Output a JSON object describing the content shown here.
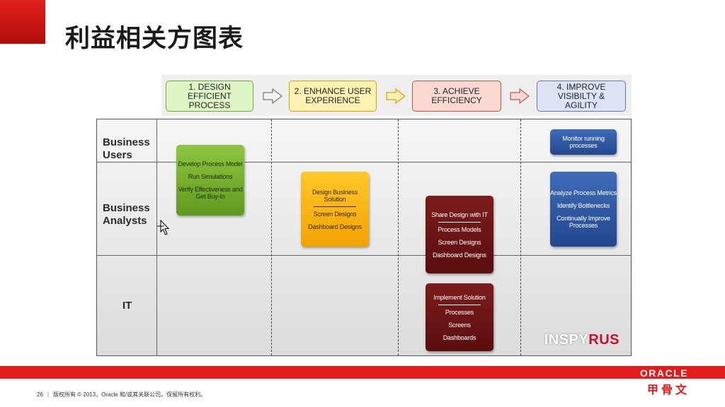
{
  "page": {
    "title": "利益相关方图表"
  },
  "phases": [
    {
      "label": "1. DESIGN\nEFFICIENT\nPROCESS",
      "bg": "#dff5c6",
      "border": "#6ea838"
    },
    {
      "label": "2. ENHANCE USER\nEXPERIENCE",
      "bg": "#fff1b3",
      "border": "#d9a400"
    },
    {
      "label": "3. ACHIEVE\nEFFICIENCY",
      "bg": "#fbd9d2",
      "border": "#c05a48"
    },
    {
      "label": "4. IMPROVE\nVISIBILTY &\nAGILITY",
      "bg": "#dbe3f4",
      "border": "#5f7cbf"
    }
  ],
  "rows": [
    {
      "label": "Business\nUsers"
    },
    {
      "label": "Business\nAnalysts"
    },
    {
      "label": "IT"
    }
  ],
  "cards": {
    "develop": {
      "items": [
        "Develop Process Model",
        "Run Simulations",
        "Verify Effectiveness and Get Buy-In"
      ]
    },
    "design": {
      "items": [
        "Design Business Solution",
        "Screen Designs",
        "Dashboard Designs"
      ]
    },
    "share": {
      "items": [
        "Share Design with IT",
        "Process Models",
        "Screen Designs",
        "Dashboard Designs"
      ]
    },
    "implement": {
      "items": [
        "Implement Solution",
        "Processes",
        "Screens",
        "Dashboards"
      ]
    },
    "monitor": {
      "items": [
        "Monitor running processes"
      ]
    },
    "analyze": {
      "items": [
        "Analyze Process Metrics",
        "Identify Bottlenecks",
        "Continually Improve Processes"
      ]
    }
  },
  "watermark": {
    "pre": "INSPY",
    "accent": "R",
    "post": "US"
  },
  "footer": {
    "page_number": "26",
    "copyright": "版权所有 © 2013，Oracle 和/或其关联公司。保留所有权利。"
  },
  "brand": {
    "oracle": "ORACLE",
    "chinese": "甲骨文"
  },
  "colors": {
    "brand_red": "#e31b1b"
  }
}
